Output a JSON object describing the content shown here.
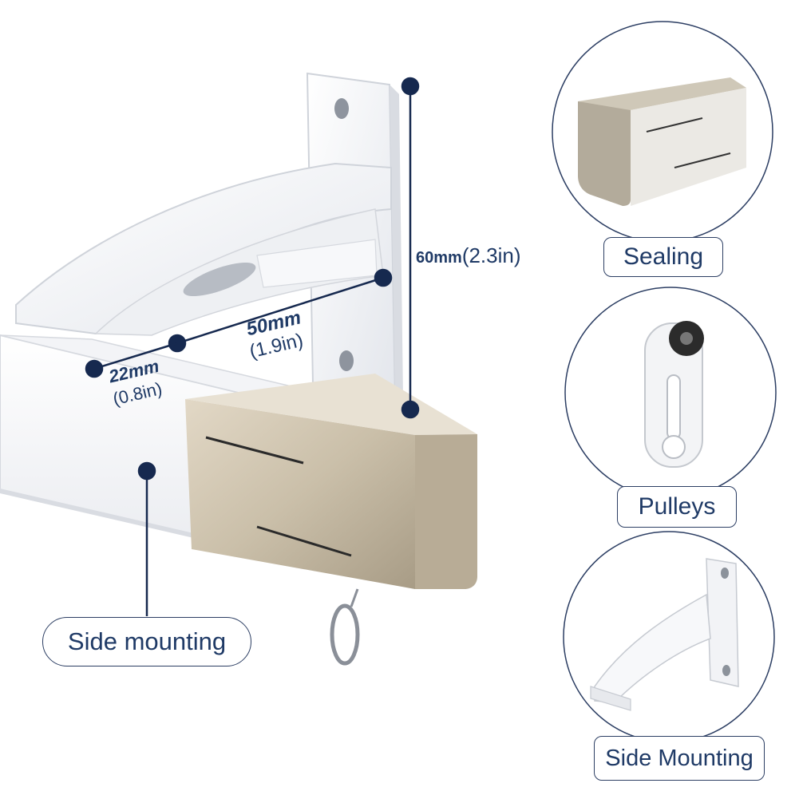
{
  "labels": {
    "sealing": "Sealing",
    "pulleys": "Pulleys",
    "side_mounting_detail": "Side Mounting",
    "side_mounting_main": "Side mounting"
  },
  "dimensions": {
    "height": {
      "metric": "60mm",
      "imperial": "(2.3in)"
    },
    "depth": {
      "metric": "50mm",
      "imperial": "(1.9in)"
    },
    "width": {
      "metric": "22mm",
      "imperial": "(0.8in)"
    }
  },
  "colors": {
    "accent": "#16294f",
    "label_text": "#1f3a66",
    "end_cap": "#c8bca6",
    "bracket": "#f4f5f7"
  }
}
